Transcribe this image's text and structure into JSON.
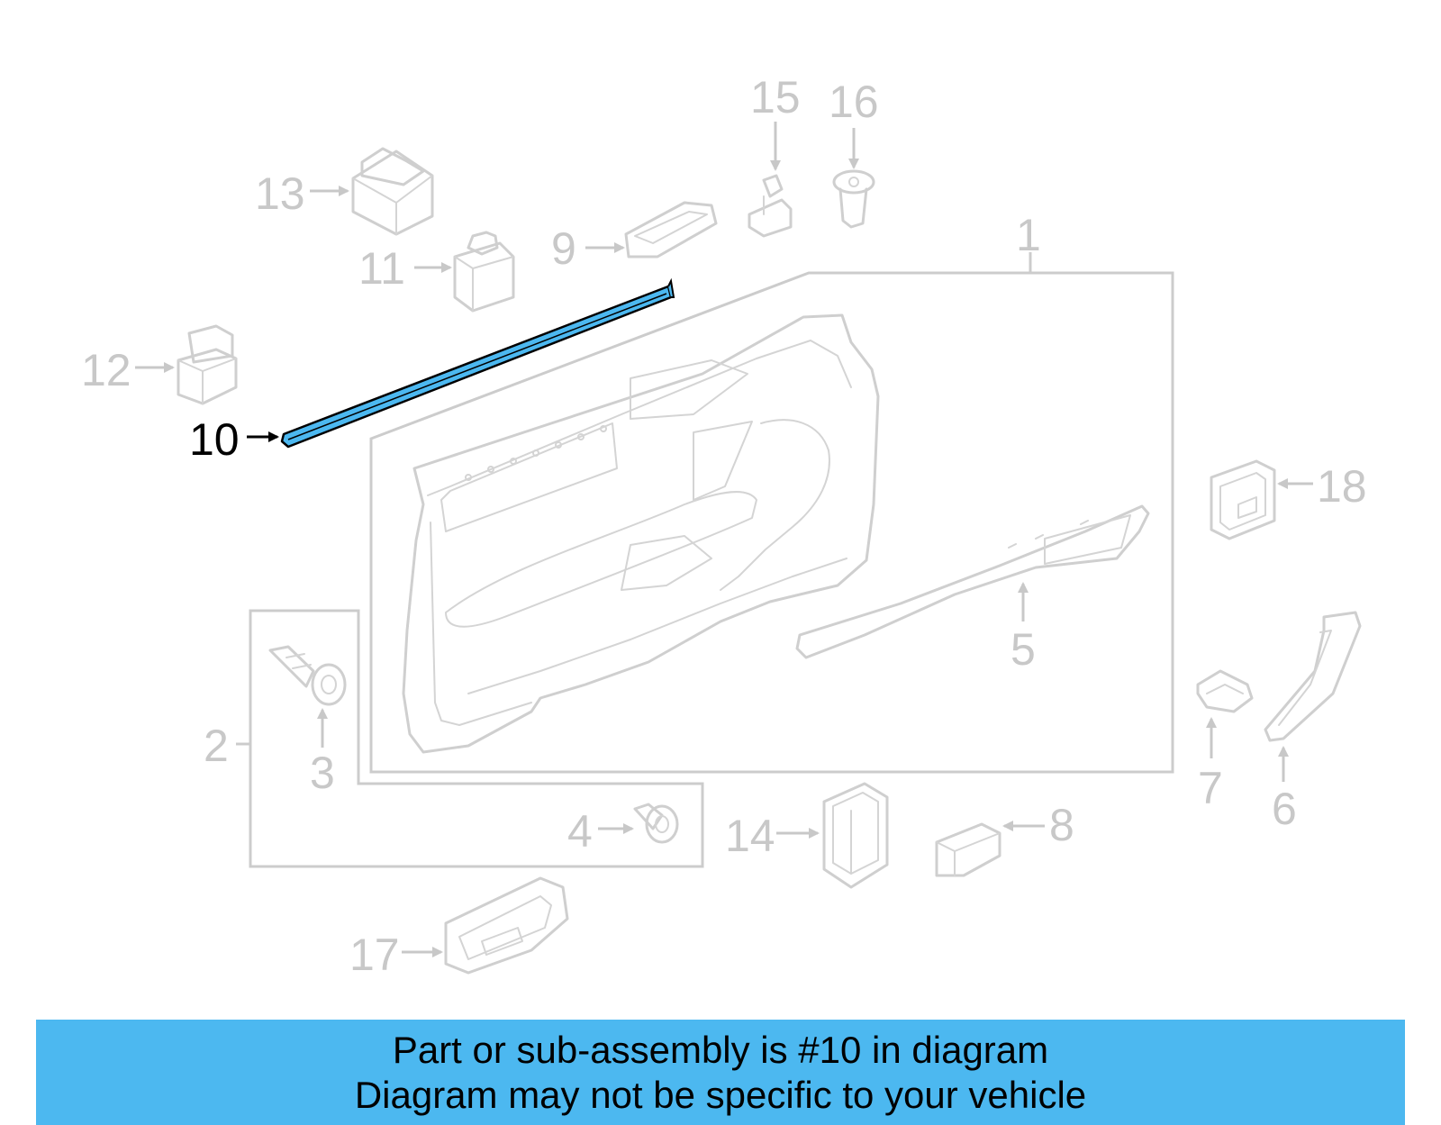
{
  "diagram": {
    "highlight_part": "10",
    "highlight_color": "#4cb8f0",
    "ghost_color": "#cccccc",
    "callouts": {
      "c1": "1",
      "c2": "2",
      "c3": "3",
      "c4": "4",
      "c5": "5",
      "c6": "6",
      "c7": "7",
      "c8": "8",
      "c9": "9",
      "c10": "10",
      "c11": "11",
      "c12": "12",
      "c13": "13",
      "c14": "14",
      "c15": "15",
      "c16": "16",
      "c17": "17",
      "c18": "18"
    }
  },
  "caption": {
    "line1": "Part or sub-assembly is #10 in diagram",
    "line2": "Diagram may not be specific to your vehicle",
    "background": "#4cb8f0"
  }
}
